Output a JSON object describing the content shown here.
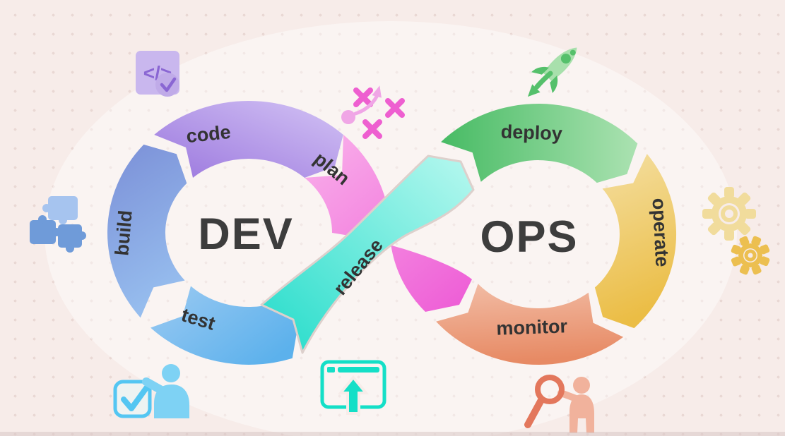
{
  "titles": {
    "left": "DEV",
    "right": "OPS"
  },
  "colors": {
    "background": "#f7ece9",
    "dot": "#e9d8d4",
    "label": "#333333",
    "title": "#3d3d3d",
    "gap": "#ddd0cc",
    "bottom_strip": "#d9c9c6"
  },
  "segments": [
    {
      "id": "build",
      "label": "build",
      "c1": "#7b8fd7",
      "c2": "#96bdee"
    },
    {
      "id": "code",
      "label": "code",
      "c1": "#9b77de",
      "c2": "#cdbbf2"
    },
    {
      "id": "test",
      "label": "test",
      "c1": "#9ccaf2",
      "c2": "#5cb1ec"
    },
    {
      "id": "plan",
      "label": "plan",
      "c1": "#f9aeea",
      "c2": "#ee5ed6"
    },
    {
      "id": "release",
      "label": "release",
      "c1": "#23dcca",
      "c2": "#b7f8ef"
    },
    {
      "id": "deploy",
      "label": "deploy",
      "c1": "#47bb64",
      "c2": "#abe2b1"
    },
    {
      "id": "operate",
      "label": "operate",
      "c1": "#f4dfa2",
      "c2": "#ebbd45"
    },
    {
      "id": "monitor",
      "label": "monitor",
      "c1": "#f2bda6",
      "c2": "#e78a64"
    }
  ],
  "icons": {
    "code_badge": {
      "bg": "#c9b7ee",
      "badge": "#c0abe8",
      "glyph": "</>",
      "glyph_color": "#8a66d3"
    },
    "tactics": {
      "x_color": "#ee5fd0",
      "arrow_color": "#f0a6e6"
    },
    "rocket": {
      "body": "#a8e0ac",
      "accent": "#55c06b"
    },
    "puzzle": {
      "light": "#a6c4ef",
      "dark": "#6f9bd9"
    },
    "gears": {
      "big": "#f1dc9c",
      "small": "#ecbf50"
    },
    "approve": {
      "person": "#7ed2f4",
      "box": "#54c6f2",
      "box_fill": "#eef3f2"
    },
    "browser": {
      "stroke": "#14dfc7"
    },
    "search": {
      "person": "#f1b29c",
      "glass": "#e3775c"
    }
  }
}
